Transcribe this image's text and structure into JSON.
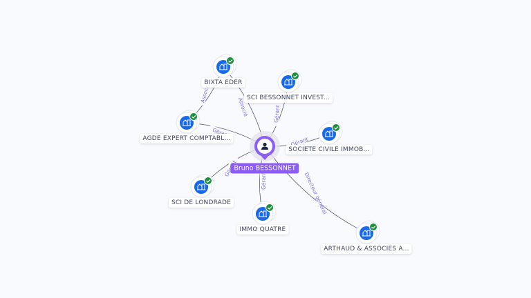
{
  "colors": {
    "accent": "#8b5cf6",
    "node": "#1769e8",
    "check": "#1e8e3e",
    "edge": "#555a6e",
    "edge_label": "#7c6ff0"
  },
  "center": {
    "name": "Bruno BESSONNET",
    "icon": "person-icon"
  },
  "companies": [
    {
      "name": "BIXTA EDER",
      "icon": "building-icon",
      "verified": true
    },
    {
      "name": "SCI BESSONNET INVEST...",
      "icon": "building-icon",
      "verified": true
    },
    {
      "name": "AGDE EXPERT COMPTABL...",
      "icon": "building-icon",
      "verified": true
    },
    {
      "name": "SOCIETE CIVILE IMMOB...",
      "icon": "building-icon",
      "verified": true
    },
    {
      "name": "SCI DE LONDRADE",
      "icon": "building-icon",
      "verified": true
    },
    {
      "name": "IMMO QUATRE",
      "icon": "building-icon",
      "verified": true
    },
    {
      "name": "ARTHAUD & ASSOCIES A...",
      "icon": "building-icon",
      "verified": true
    }
  ],
  "edges": [
    {
      "from": "center",
      "to": 0,
      "label": "Associé"
    },
    {
      "from": "center",
      "to": 1,
      "label": "Gérant"
    },
    {
      "from": "center",
      "to": 2,
      "label": "Gérant"
    },
    {
      "from": "center",
      "to": 3,
      "label": "Gérant"
    },
    {
      "from": "center",
      "to": 4,
      "label": "Gérant"
    },
    {
      "from": "center",
      "to": 5,
      "label": "Gérant"
    },
    {
      "from": "center",
      "to": 6,
      "label": "Directeur général"
    },
    {
      "from": 2,
      "to": 0,
      "label": "Associé"
    }
  ]
}
